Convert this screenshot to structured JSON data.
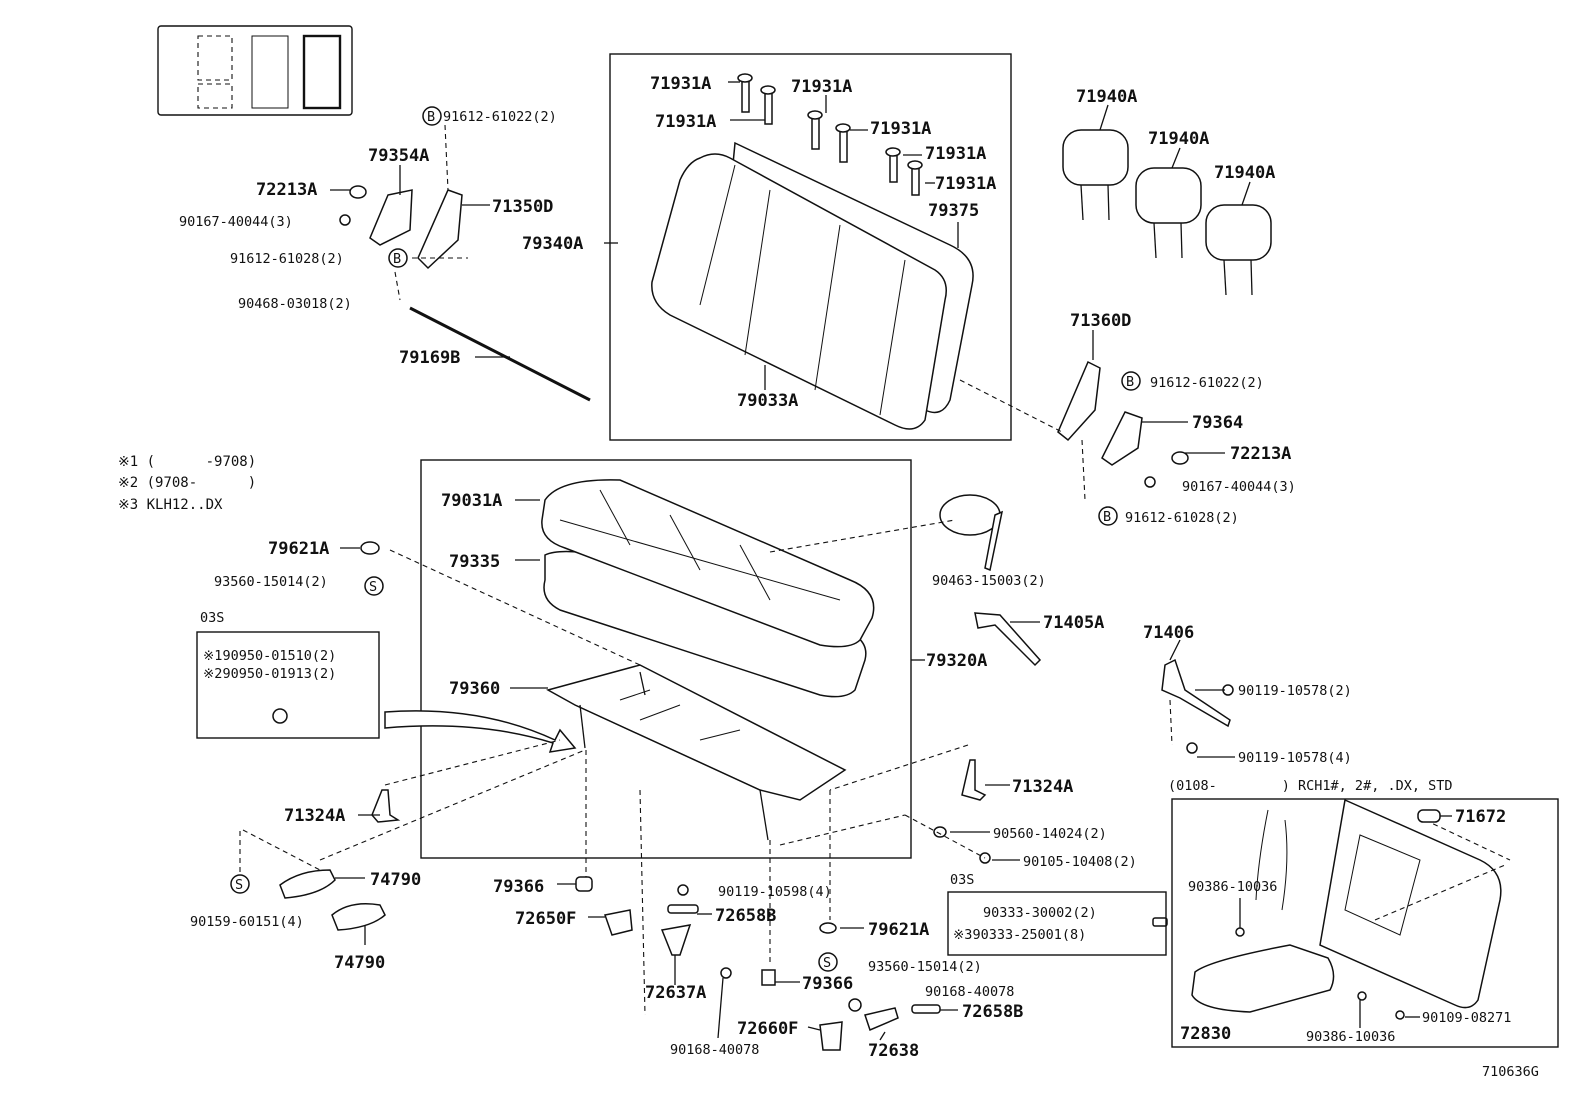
{
  "labels": [
    {
      "id": "p-71931a-1",
      "text": "71931A"
    },
    {
      "id": "p-71931a-2",
      "text": "71931A"
    },
    {
      "id": "p-71931a-3",
      "text": "71931A"
    },
    {
      "id": "p-71931a-4",
      "text": "71931A"
    },
    {
      "id": "p-71931a-5",
      "text": "71931A"
    },
    {
      "id": "p-71931a-6",
      "text": "71931A"
    },
    {
      "id": "p-71940a-1",
      "text": "71940A"
    },
    {
      "id": "p-71940a-2",
      "text": "71940A"
    },
    {
      "id": "p-71940a-3",
      "text": "71940A"
    },
    {
      "id": "p-79375",
      "text": "79375"
    },
    {
      "id": "p-79340a",
      "text": "79340A"
    },
    {
      "id": "p-79033a",
      "text": "79033A"
    },
    {
      "id": "p-79354a",
      "text": "79354A"
    },
    {
      "id": "p-72213a-1",
      "text": "72213A"
    },
    {
      "id": "p-71350d",
      "text": "71350D"
    },
    {
      "id": "p-79169b",
      "text": "79169B"
    },
    {
      "id": "p-71360d",
      "text": "71360D"
    },
    {
      "id": "p-79364",
      "text": "79364"
    },
    {
      "id": "p-72213a-2",
      "text": "72213A"
    },
    {
      "id": "p-79031a",
      "text": "79031A"
    },
    {
      "id": "p-79335",
      "text": "79335"
    },
    {
      "id": "p-79621a-1",
      "text": "79621A"
    },
    {
      "id": "p-79360",
      "text": "79360"
    },
    {
      "id": "p-79320a",
      "text": "79320A"
    },
    {
      "id": "p-71405a",
      "text": "71405A"
    },
    {
      "id": "p-71406",
      "text": "71406"
    },
    {
      "id": "p-71324a-1",
      "text": "71324A"
    },
    {
      "id": "p-71324a-2",
      "text": "71324A"
    },
    {
      "id": "p-74790-1",
      "text": "74790"
    },
    {
      "id": "p-74790-2",
      "text": "74790"
    },
    {
      "id": "p-79366-1",
      "text": "79366"
    },
    {
      "id": "p-79366-2",
      "text": "79366"
    },
    {
      "id": "p-72650f",
      "text": "72650F"
    },
    {
      "id": "p-72658b-1",
      "text": "72658B"
    },
    {
      "id": "p-72658b-2",
      "text": "72658B"
    },
    {
      "id": "p-72637a",
      "text": "72637A"
    },
    {
      "id": "p-72660f",
      "text": "72660F"
    },
    {
      "id": "p-72638",
      "text": "72638"
    },
    {
      "id": "p-79621a-2",
      "text": "79621A"
    },
    {
      "id": "p-71672",
      "text": "71672"
    },
    {
      "id": "p-72830",
      "text": "72830"
    }
  ],
  "small_labels": [
    {
      "id": "s-91612-61022-1",
      "text": "91612-61022(2)"
    },
    {
      "id": "s-90167-40044-1",
      "text": "90167-40044(3)"
    },
    {
      "id": "s-91612-61028-1",
      "text": "91612-61028(2)"
    },
    {
      "id": "s-90468-03018",
      "text": "90468-03018(2)"
    },
    {
      "id": "s-91612-61022-2",
      "text": "91612-61022(2)"
    },
    {
      "id": "s-90167-40044-2",
      "text": "90167-40044(3)"
    },
    {
      "id": "s-91612-61028-2",
      "text": "91612-61028(2)"
    },
    {
      "id": "s-93560-15014-1",
      "text": "93560-15014(2)"
    },
    {
      "id": "s-90463-15003",
      "text": "90463-15003(2)"
    },
    {
      "id": "s-90119-10578-1",
      "text": "90119-10578(2)"
    },
    {
      "id": "s-90119-10578-2",
      "text": "90119-10578(4)"
    },
    {
      "id": "s-90560-14024",
      "text": "90560-14024(2)"
    },
    {
      "id": "s-90105-10408",
      "text": "90105-10408(2)"
    },
    {
      "id": "s-90159-60151",
      "text": "90159-60151(4)"
    },
    {
      "id": "s-90119-10598",
      "text": "90119-10598(4)"
    },
    {
      "id": "s-90168-40078-1",
      "text": "90168-40078"
    },
    {
      "id": "s-90168-40078-2",
      "text": "90168-40078"
    },
    {
      "id": "s-93560-15014-2",
      "text": "93560-15014(2)"
    },
    {
      "id": "s-90386-10036-1",
      "text": "90386-10036"
    },
    {
      "id": "s-90386-10036-2",
      "text": "90386-10036"
    },
    {
      "id": "s-90109-08271",
      "text": "90109-08271"
    }
  ],
  "notes": {
    "n1": "※1 (      -9708)",
    "n2": "※2 (9708-      )",
    "n3": "※3 KLH12..DX",
    "box03s_1_tag": "03S",
    "box03s_1_l1": "※190950-01510(2)",
    "box03s_1_l2": "※290950-01913(2)",
    "box03s_2_tag": "03S",
    "box03s_2_l1": "90333-30002(2)",
    "box03s_2_l2": "※390333-25001(8)",
    "variant_caption": "(0108-        ) RCH1#, 2#, .DX, STD",
    "diagram_code": "710636G"
  },
  "callouts": {
    "bolt_letter": "B",
    "screw_letter": "S"
  }
}
